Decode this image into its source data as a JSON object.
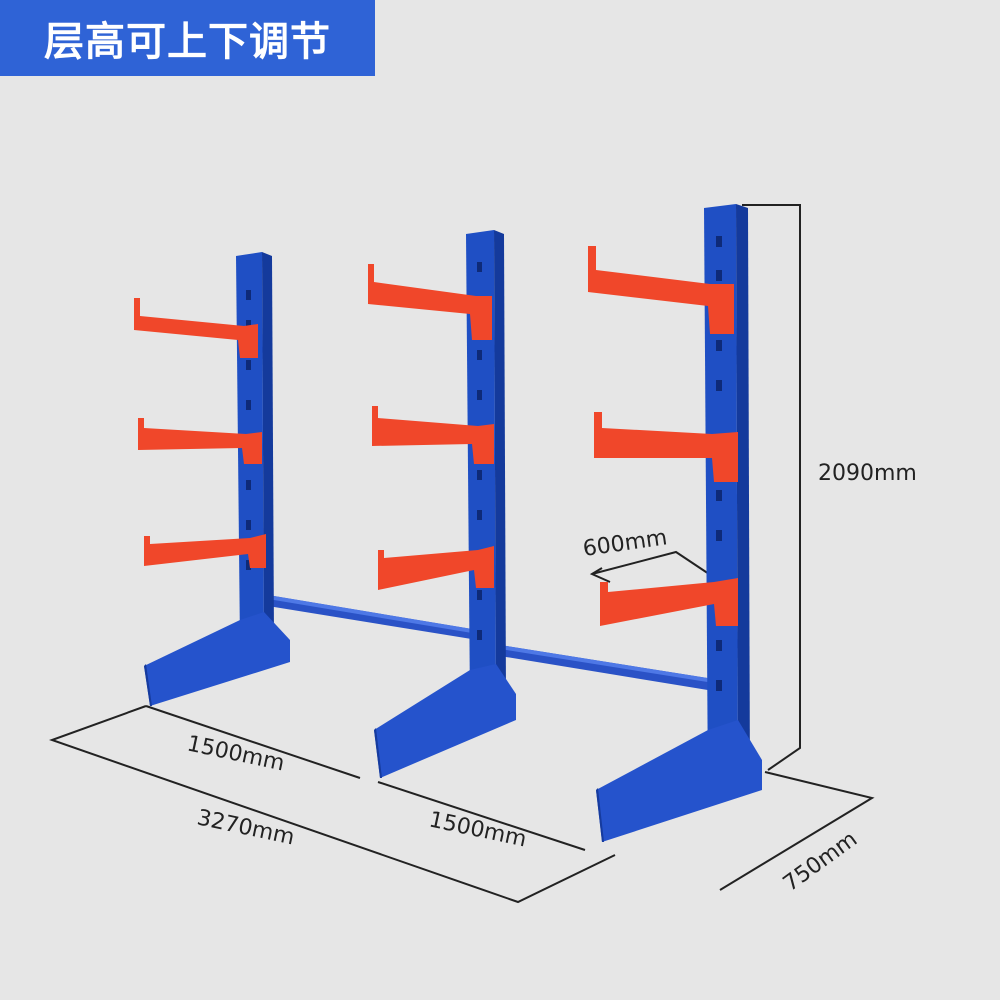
{
  "banner": {
    "title": "层高可上下调节"
  },
  "dimensions": {
    "height": "2090mm",
    "arm_length": "600mm",
    "bay_width_1": "1500mm",
    "bay_width_2": "1500mm",
    "total_length": "3270mm",
    "depth": "750mm"
  },
  "colors": {
    "banner": "#2f63d6",
    "column_blue": "#1f4fc4",
    "arm_orange": "#f0472a",
    "background": "#e6e6e6"
  }
}
